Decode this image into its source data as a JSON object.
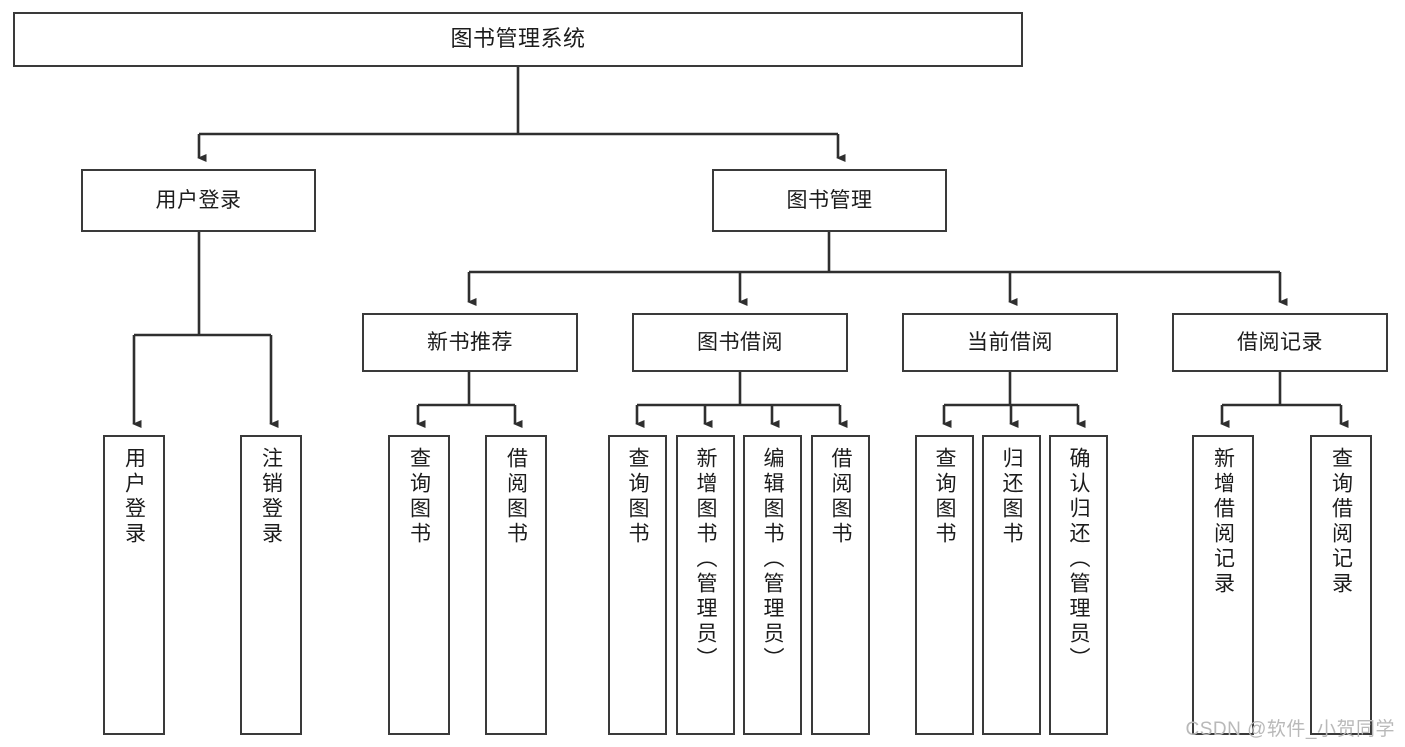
{
  "diagram": {
    "type": "tree",
    "title": "图书管理系统",
    "orientation": "top-down",
    "colors": {
      "box_border": "#3a3a3a",
      "box_fill": "#ffffff",
      "connector": "#2f2f2f",
      "text": "#1c1c1c",
      "watermark": "#b9b9b9"
    },
    "root": {
      "label": "图书管理系统"
    },
    "level2": [
      {
        "label": "用户登录"
      },
      {
        "label": "图书管理"
      }
    ],
    "level3": [
      {
        "label": "新书推荐"
      },
      {
        "label": "图书借阅"
      },
      {
        "label": "当前借阅"
      },
      {
        "label": "借阅记录"
      }
    ],
    "leaves": {
      "user_login": [
        {
          "label": "用户登录"
        },
        {
          "label": "注销登录"
        }
      ],
      "new_book_recommend": [
        {
          "label": "查询图书"
        },
        {
          "label": "借阅图书"
        }
      ],
      "book_borrow": [
        {
          "label": "查询图书"
        },
        {
          "label": "新增图书（管理员）"
        },
        {
          "label": "编辑图书（管理员）"
        },
        {
          "label": "借阅图书"
        }
      ],
      "current_borrow": [
        {
          "label": "查询图书"
        },
        {
          "label": "归还图书"
        },
        {
          "label": "确认归还（管理员）"
        }
      ],
      "borrow_record": [
        {
          "label": "新增借阅记录"
        },
        {
          "label": "查询借阅记录"
        }
      ]
    }
  },
  "watermark": {
    "text": "CSDN @软件_小贺同学"
  }
}
